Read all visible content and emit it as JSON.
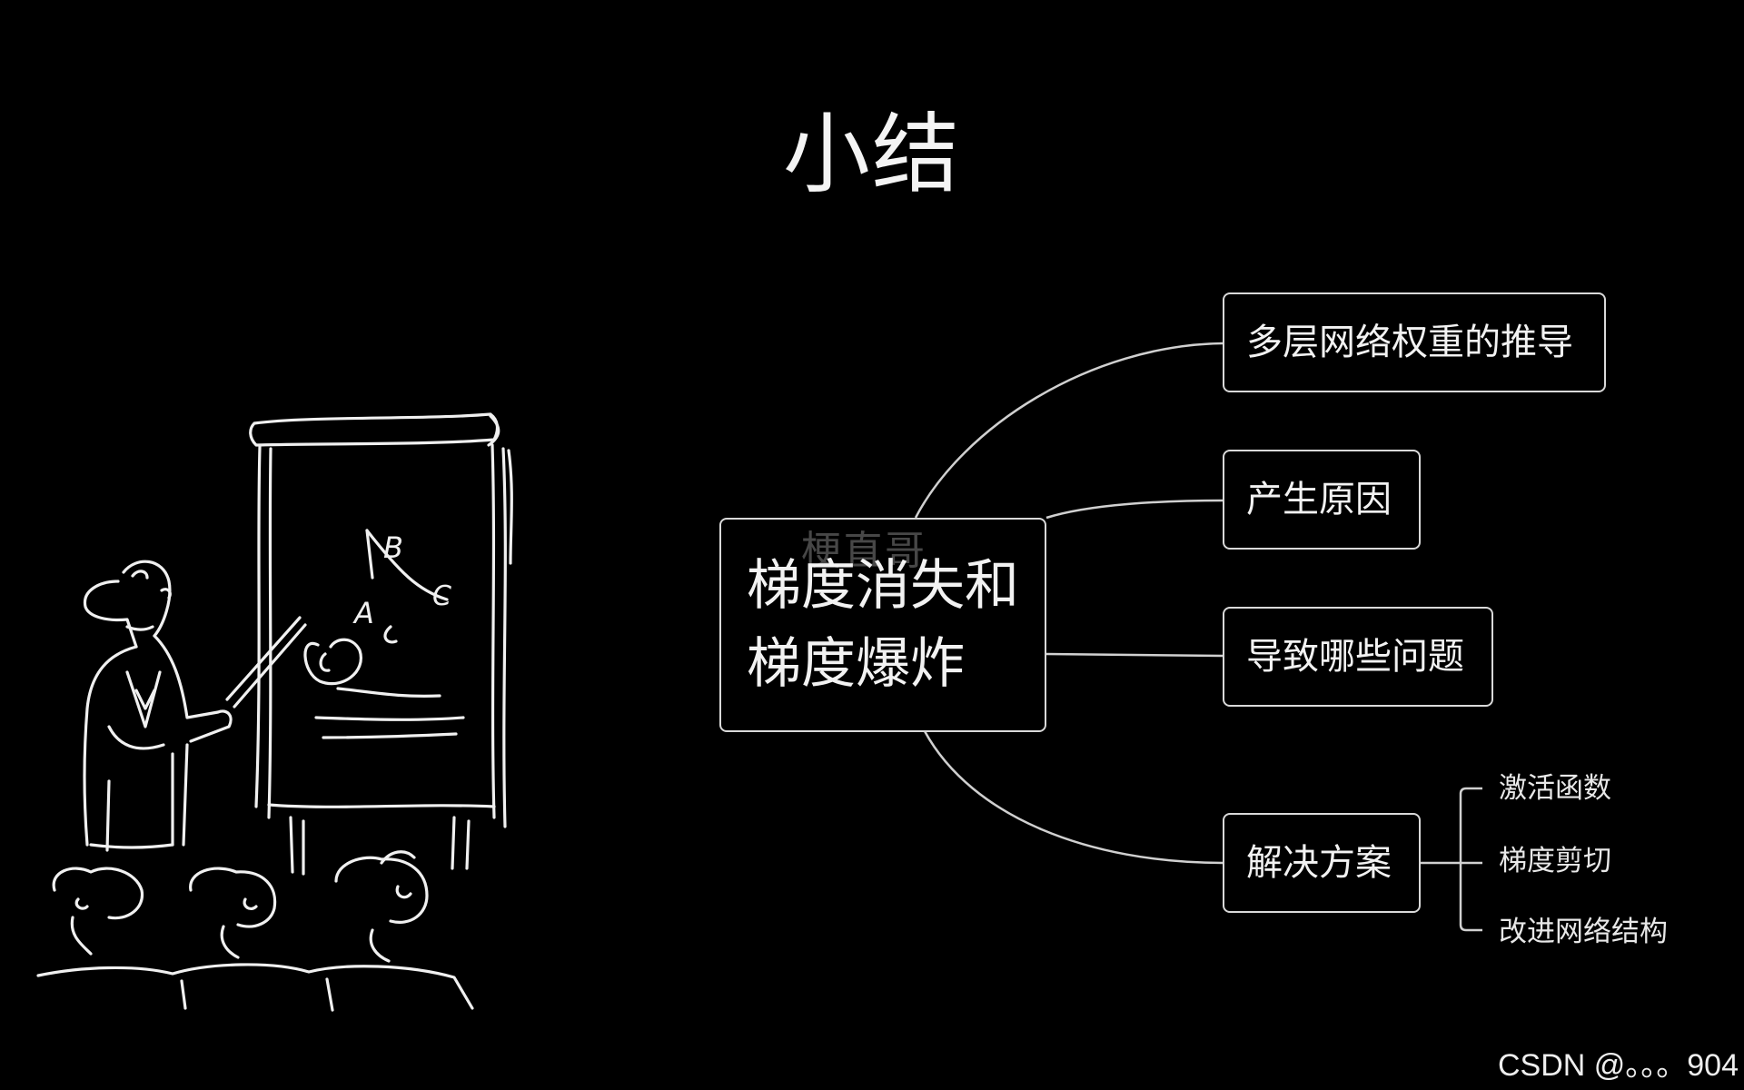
{
  "title": "小结",
  "center_node": {
    "line1": "梯度消失和",
    "line2": "梯度爆炸"
  },
  "watermark": "梗直哥",
  "branches": [
    {
      "label": "多层网络权重的推导"
    },
    {
      "label": "产生原因"
    },
    {
      "label": "导致哪些问题"
    },
    {
      "label": "解决方案"
    }
  ],
  "sub_branches": [
    {
      "label": "激活函数"
    },
    {
      "label": "梯度剪切"
    },
    {
      "label": "改进网络结构"
    }
  ],
  "illustration_letters": [
    "B",
    "A",
    "C"
  ],
  "credit": "CSDN @。。。904",
  "colors": {
    "background": "#000000",
    "foreground": "#f2f2f2",
    "border": "#d9d9d9"
  }
}
